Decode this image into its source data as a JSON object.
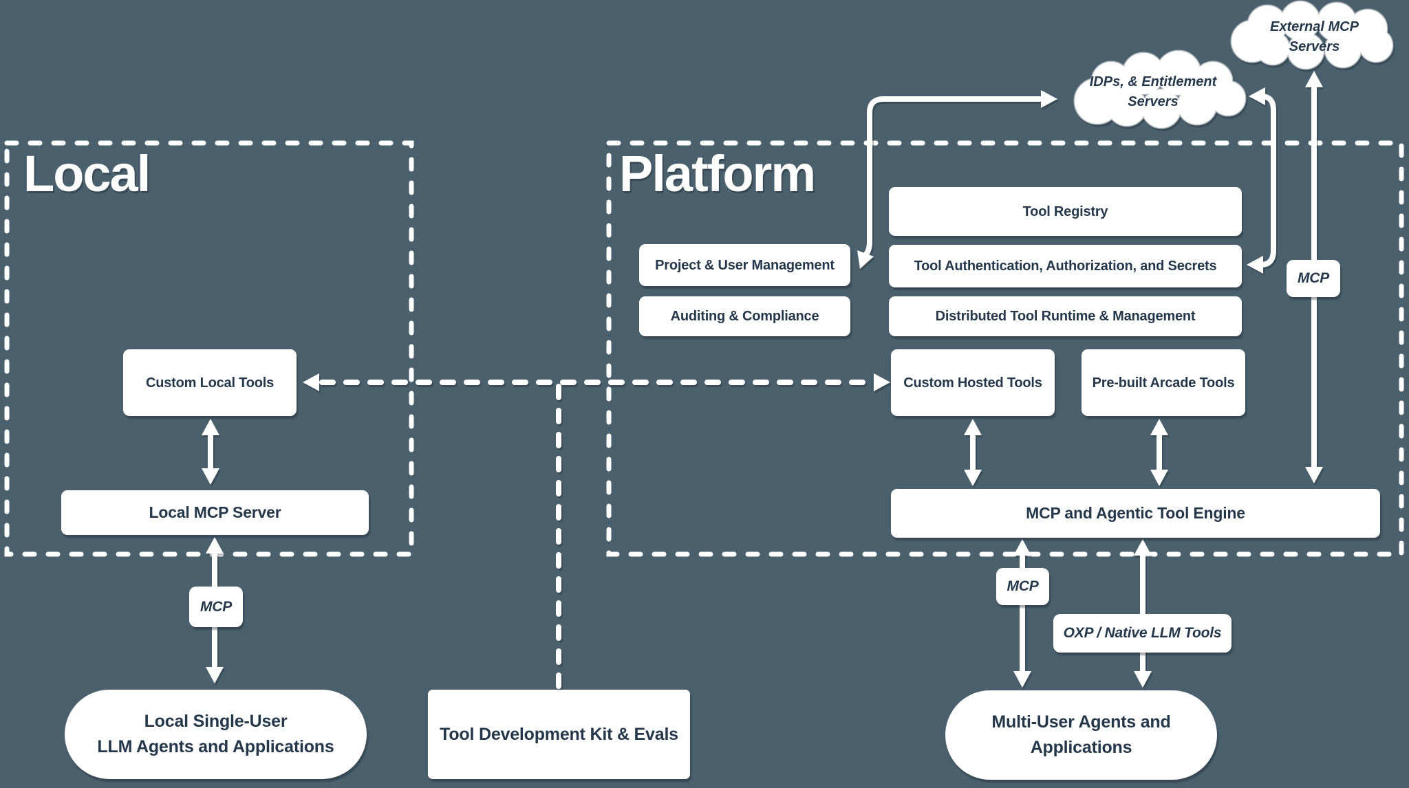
{
  "colors": {
    "background": "#4a616d",
    "node_fill": "#ffffff",
    "node_text": "#24384a",
    "line": "#ffffff",
    "cloud_outline": "#b3bac0"
  },
  "groups": {
    "local": {
      "title": "Local"
    },
    "platform": {
      "title": "Platform"
    }
  },
  "clouds": {
    "external_mcp": {
      "label": "External MCP Servers"
    },
    "idps": {
      "line1": "IDPs, & Entitlement",
      "line2": "Servers"
    }
  },
  "nodes": {
    "tool_registry": {
      "label": "Tool Registry"
    },
    "project_user_management": {
      "label": "Project & User Management"
    },
    "tool_auth": {
      "label": "Tool Authentication, Authorization, and Secrets"
    },
    "auditing_compliance": {
      "label": "Auditing & Compliance"
    },
    "distributed_runtime": {
      "label": "Distributed Tool Runtime & Management"
    },
    "custom_hosted_tools": {
      "label": "Custom Hosted Tools"
    },
    "prebuilt_arcade_tools": {
      "label": "Pre-built Arcade Tools"
    },
    "mcp_agentic_engine": {
      "label": "MCP and Agentic Tool Engine"
    },
    "custom_local_tools": {
      "label": "Custom Local Tools"
    },
    "local_mcp_server": {
      "label": "Local MCP Server"
    },
    "local_agents": {
      "line1": "Local Single-User",
      "line2": "LLM Agents and Applications"
    },
    "tool_dev_kit": {
      "label": "Tool Development Kit & Evals"
    },
    "multi_user_agents": {
      "line1": "Multi-User Agents and",
      "line2": "Applications"
    }
  },
  "edge_labels": {
    "mcp_local": {
      "label": "MCP"
    },
    "mcp_platform": {
      "label": "MCP"
    },
    "mcp_external": {
      "label": "MCP"
    },
    "oxp": {
      "label": "OXP / Native LLM Tools"
    }
  }
}
